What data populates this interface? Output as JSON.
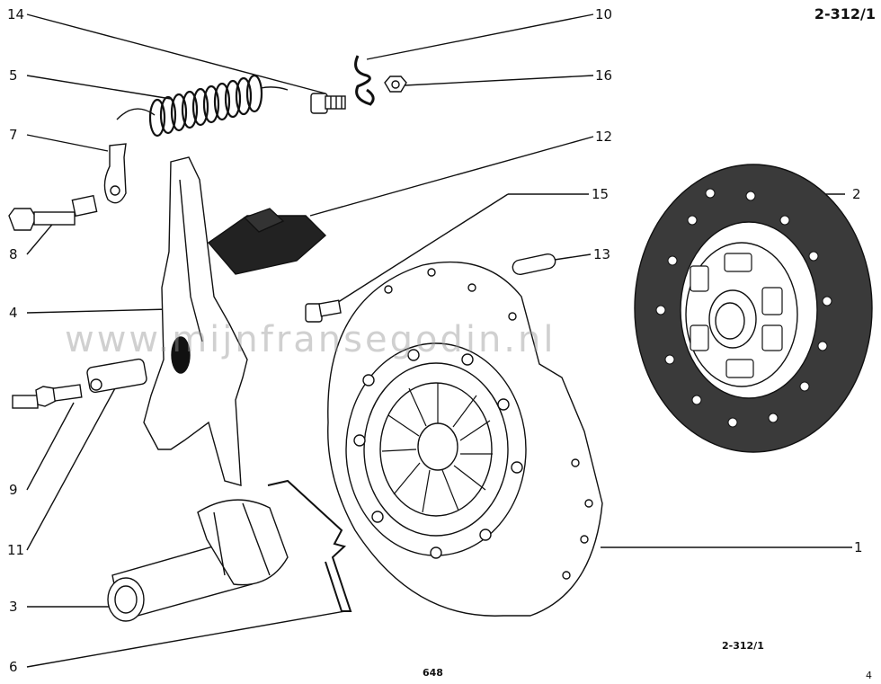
{
  "diagram": {
    "ref_top": "2-312/1",
    "ref_bottom": "2-312/1",
    "page_number": "648",
    "page_side_number": "4",
    "watermark": "www.mijnfransegodin.nl",
    "colors": {
      "ink": "#111111",
      "paper": "#ffffff",
      "watermark": "#9a9a9a"
    }
  },
  "callouts": {
    "c1": "1",
    "c2": "2",
    "c3": "3",
    "c4": "4",
    "c5": "5",
    "c6": "6",
    "c7": "7",
    "c8": "8",
    "c9": "9",
    "c10": "10",
    "c11": "11",
    "c12": "12",
    "c13": "13",
    "c14": "14",
    "c15": "15",
    "c16": "16"
  }
}
